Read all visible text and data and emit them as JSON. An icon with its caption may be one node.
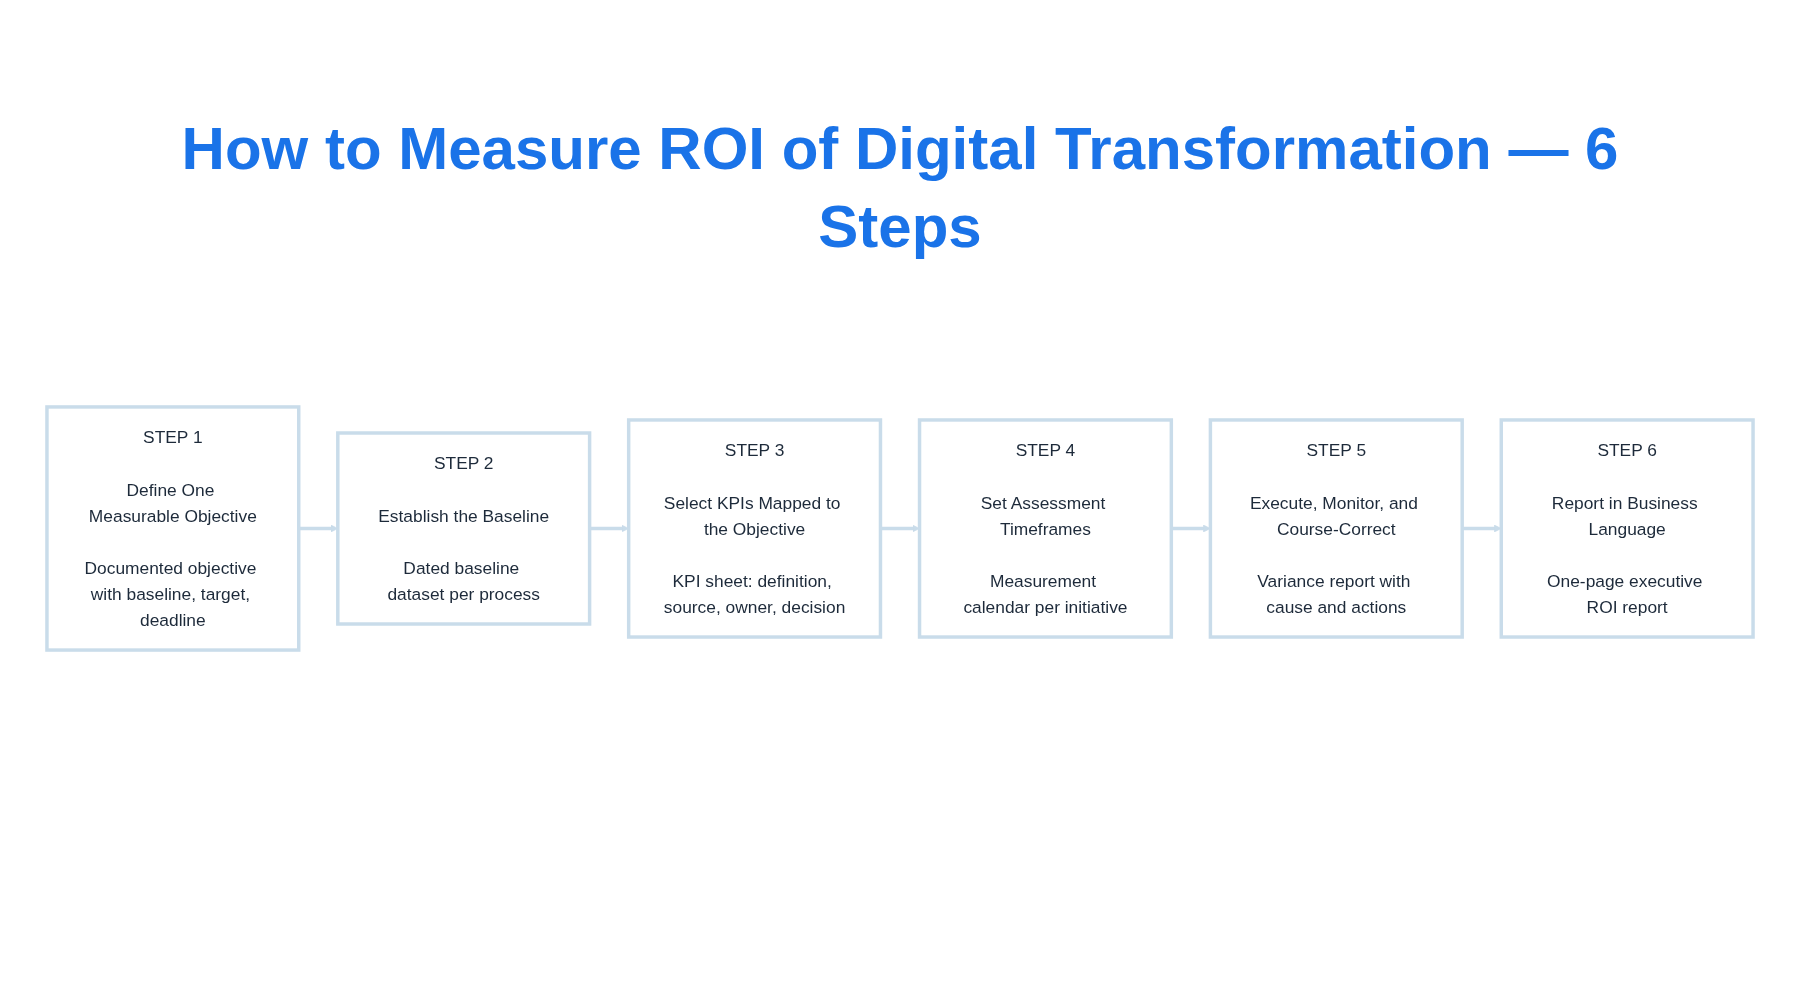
{
  "diagram": {
    "title": "How to Measure ROI of Digital Transformation — 6 Steps",
    "nodes": [
      {
        "text": [
          "STEP 1",
          "Define One Measurable Objective",
          "Documented objective with baseline, target, deadline"
        ]
      },
      {
        "text": [
          "STEP 2",
          "Establish the Baseline",
          "Dated baseline dataset per process"
        ]
      },
      {
        "text": [
          "STEP 3",
          "Select KPIs Mapped to the Objective",
          "KPI sheet: definition, source, owner, decision"
        ]
      },
      {
        "text": [
          "STEP 4",
          "Set Assessment Timeframes",
          "Measurement calendar per initiative"
        ]
      },
      {
        "text": [
          "STEP 5",
          "Execute, Monitor, and Course-Correct",
          "Variance report with cause and actions"
        ]
      },
      {
        "text": [
          "STEP 6",
          "Report in Business Language",
          "One-page executive ROI report"
        ]
      }
    ],
    "edges": [
      {
        "from": 0,
        "to": 1,
        "arrow": "to"
      },
      {
        "from": 1,
        "to": 2,
        "arrow": "to"
      },
      {
        "from": 2,
        "to": 3,
        "arrow": "to"
      },
      {
        "from": 3,
        "to": 4,
        "arrow": "to"
      },
      {
        "from": 4,
        "to": 5,
        "arrow": "to"
      }
    ]
  }
}
